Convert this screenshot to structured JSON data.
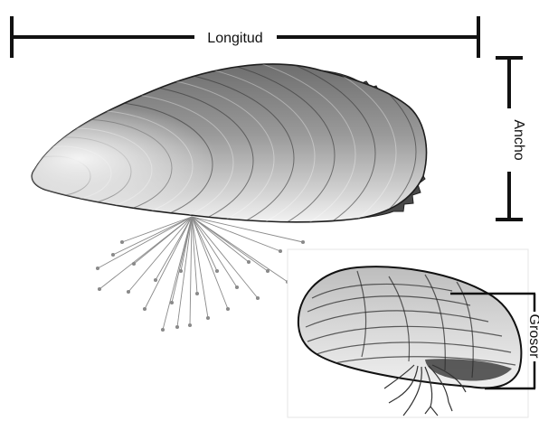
{
  "labels": {
    "length": "Longitud",
    "width": "Ancho",
    "thickness": "Grosor"
  },
  "colors": {
    "ink": "#111111",
    "shell_light": "#e6e6e6",
    "shell_mid": "#9a9a9a",
    "shell_dark": "#3a3a3a",
    "byssus": "#8a8a8a"
  }
}
